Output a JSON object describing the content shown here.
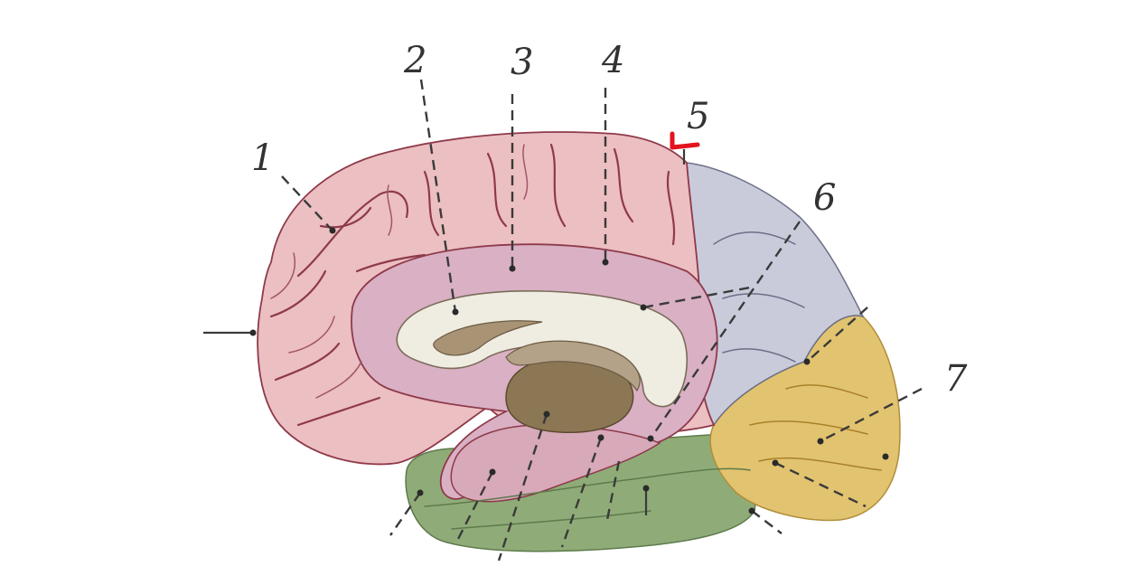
{
  "labels": {
    "l1": "1",
    "l2": "2",
    "l3": "3",
    "l4": "4",
    "l5": "5",
    "l6": "6",
    "l7": "7"
  },
  "colors": {
    "frontal_parietal": "#ecbfc2",
    "limbic": "#d9b0c4",
    "occipital_parietal": "#c9cbdb",
    "occipital": "#e2c36f",
    "temporal": "#8fac78",
    "corpus_callosum": "#efece1",
    "thalamus": "#8c7754",
    "marker": "#e3141c"
  }
}
